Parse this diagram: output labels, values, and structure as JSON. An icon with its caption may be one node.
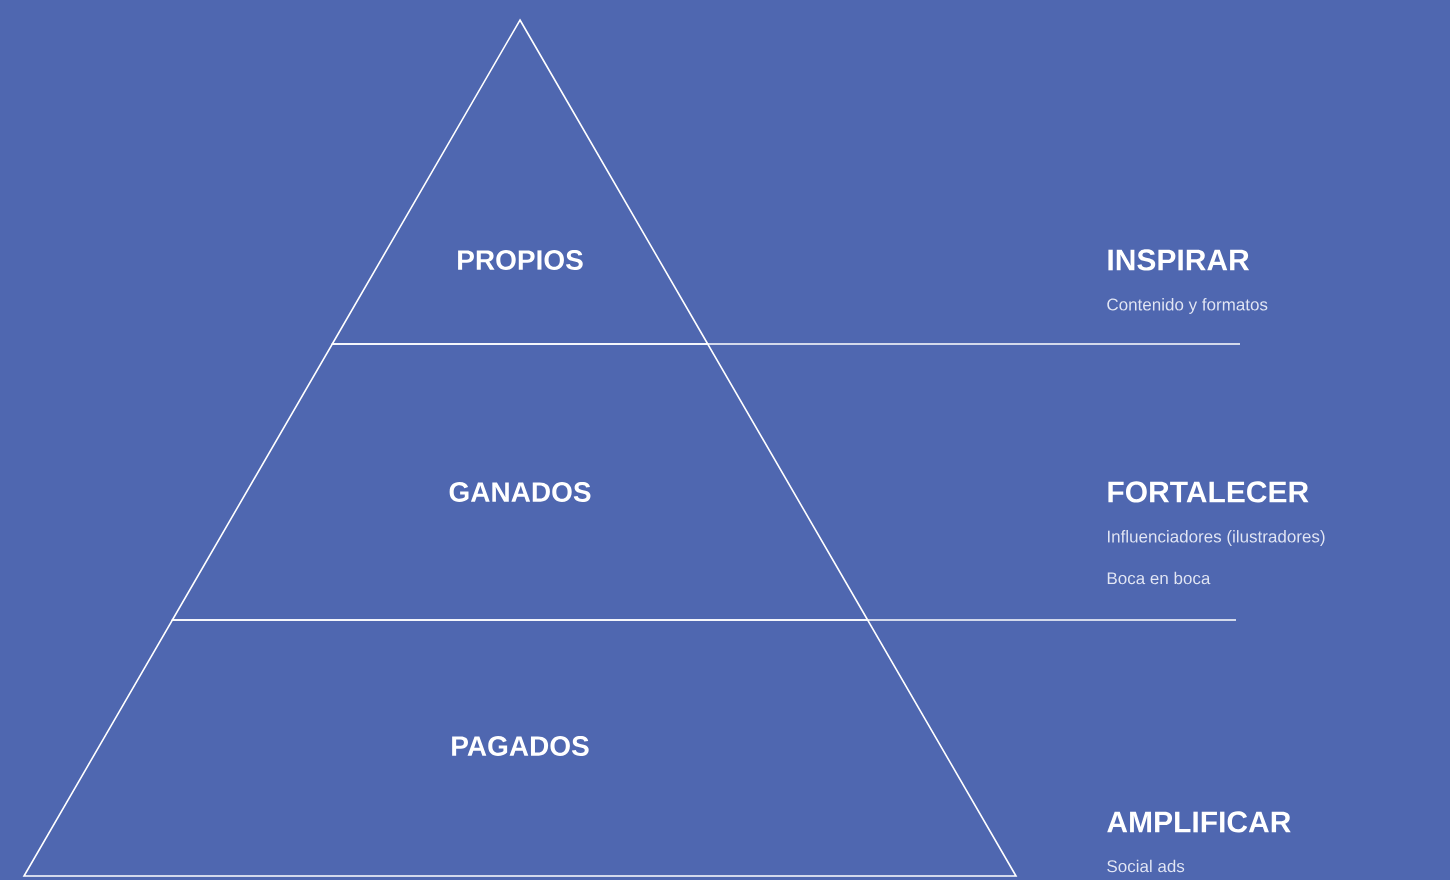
{
  "diagram": {
    "nodes": [
      {
        "text": [
          "PROPIOS"
        ]
      },
      {
        "text": [
          "GANADOS"
        ]
      },
      {
        "text": [
          "PAGADOS"
        ]
      }
    ],
    "labels": [
      "INSPIRAR",
      "Contenido y formatos",
      "FORTALECER",
      "Influenciadores (ilustradores)",
      "Boca en boca",
      "AMPLIFICAR",
      "Social ads"
    ]
  }
}
